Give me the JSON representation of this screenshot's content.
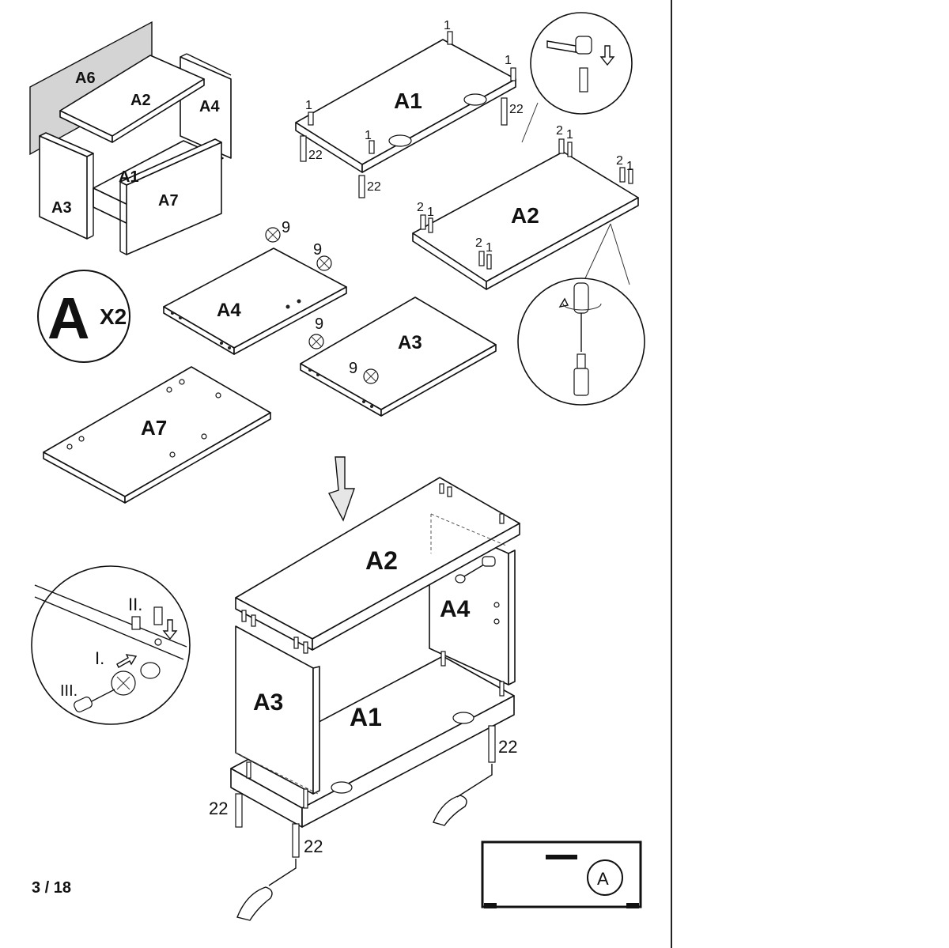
{
  "page": {
    "page_number": "3 / 18"
  },
  "overview": {
    "labels": [
      "A6",
      "A2",
      "A4",
      "A1",
      "A3",
      "A7"
    ]
  },
  "quantity_badge": {
    "letter": "A",
    "multiplier": "X2"
  },
  "parts": {
    "a1_label": "A1",
    "a2_label": "A2",
    "a3_label": "A3",
    "a4_label": "A4",
    "a7_label": "A7"
  },
  "fittings": {
    "dowel": "1",
    "pin": "2",
    "cam": "9",
    "leg_bolt": "22"
  },
  "assembly": {
    "a2_label": "A2",
    "a4_label": "A4",
    "a3_label": "A3",
    "a1_label": "A1",
    "bolt_label": "22"
  },
  "detail_steps": {
    "step1": "I.",
    "step2": "II.",
    "step3": "III."
  },
  "product_icon": {
    "badge": "A"
  }
}
